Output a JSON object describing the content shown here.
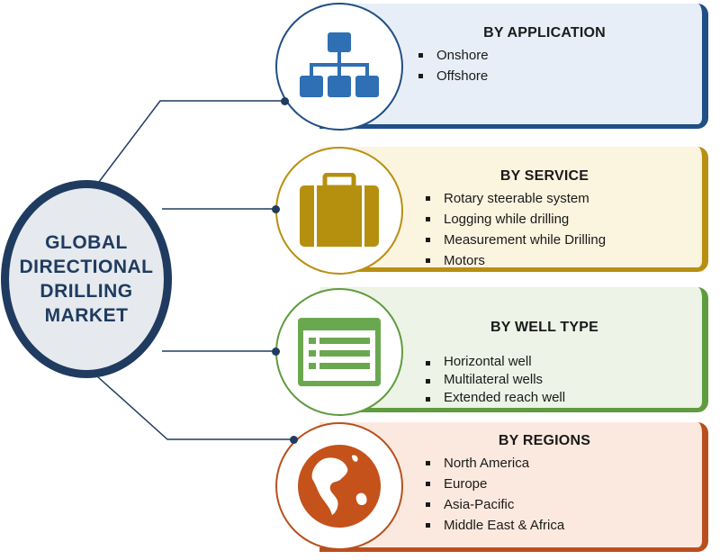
{
  "center": {
    "lines": [
      "GLOBAL",
      "DIRECTIONAL",
      "DRILLING",
      "MARKET"
    ]
  },
  "segments": [
    {
      "title": "BY APPLICATION",
      "items": [
        "Onshore",
        "Offshore"
      ],
      "icon": "hierarchy-icon",
      "color": "#2f6fb4",
      "panel_bg": "#e7eef7"
    },
    {
      "title": "BY SERVICE",
      "items": [
        "Rotary steerable system",
        "Logging while drilling",
        "Measurement while Drilling",
        "Motors"
      ],
      "icon": "briefcase-icon",
      "color": "#b5900f",
      "panel_bg": "#fbf4df"
    },
    {
      "title": "BY WELL TYPE",
      "items": [
        "Horizontal well",
        "Multilateral wells",
        "Extended reach well"
      ],
      "icon": "list-document-icon",
      "color": "#6aa84f",
      "panel_bg": "#edf3e6"
    },
    {
      "title": "BY REGIONS",
      "items": [
        "North America",
        "Europe",
        "Asia-Pacific",
        "Middle East & Africa"
      ],
      "icon": "globe-icon",
      "color": "#c4521a",
      "panel_bg": "#fbe9df"
    }
  ]
}
